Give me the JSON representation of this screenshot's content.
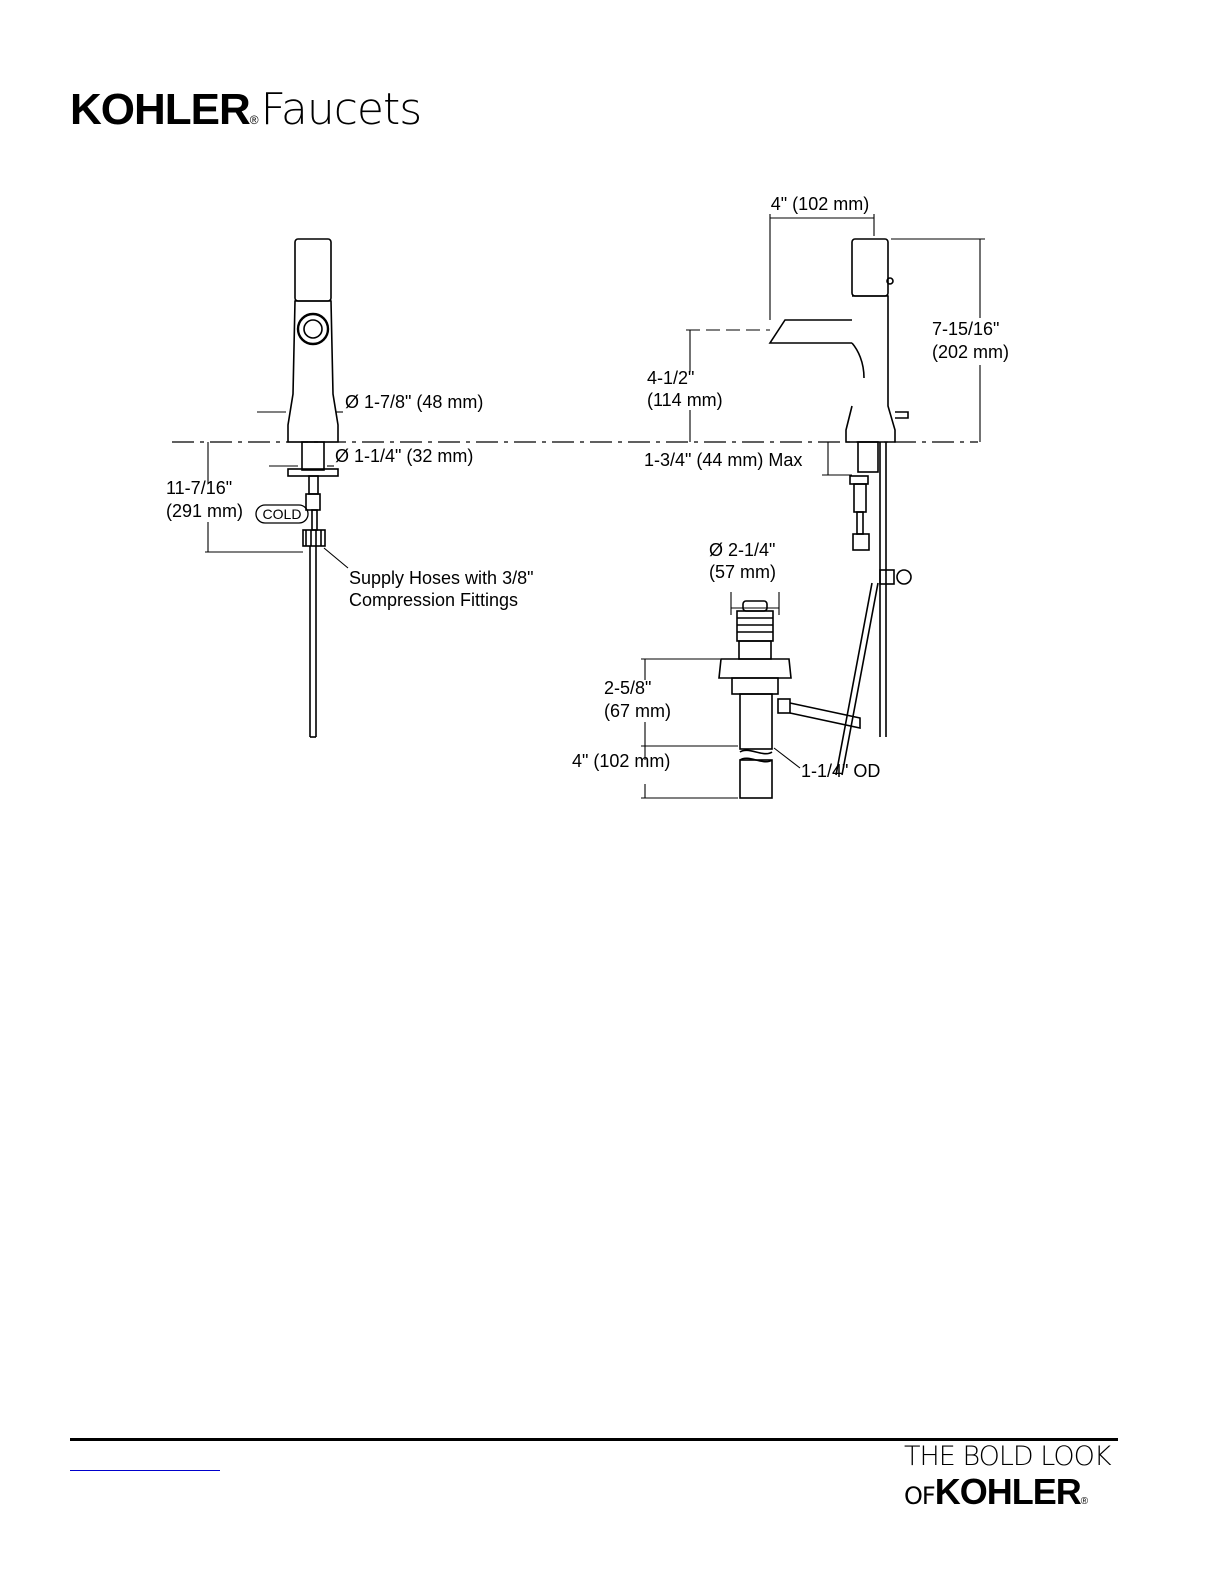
{
  "header": {
    "brand": "KOHLER",
    "registered": "®",
    "product_line": "Faucets"
  },
  "front_view": {
    "base_diameter": "Ø 1-7/8\" (48 mm)",
    "shank_diameter": "Ø 1-1/4\" (32 mm)",
    "height_below_deck_line1": "11-7/16\"",
    "height_below_deck_line2": "(291 mm)",
    "cold_tag": "COLD",
    "supply_note_line1": "Supply Hoses with 3/8\"",
    "supply_note_line2": "Compression Fittings"
  },
  "side_view": {
    "spout_reach": "4\" (102 mm)",
    "overall_height_line1": "7-15/16\"",
    "overall_height_line2": "(202 mm)",
    "spout_height_line1": "4-1/2\"",
    "spout_height_line2": "(114 mm)",
    "max_deck_thickness": "1-3/4\" (44 mm) Max"
  },
  "drain": {
    "flange_diameter_line1": "Ø 2-1/4\"",
    "flange_diameter_line2": "(57 mm)",
    "body_length_line1": "2-5/8\"",
    "body_length_line2": "(67 mm)",
    "tailpiece_length": "4\" (102 mm)",
    "tailpiece_od": "1-1/4\" OD"
  },
  "footer": {
    "tagline_line1": "THE BOLD LOOK",
    "tagline_of": "OF",
    "tagline_brand": "KOHLER",
    "registered": "®"
  }
}
